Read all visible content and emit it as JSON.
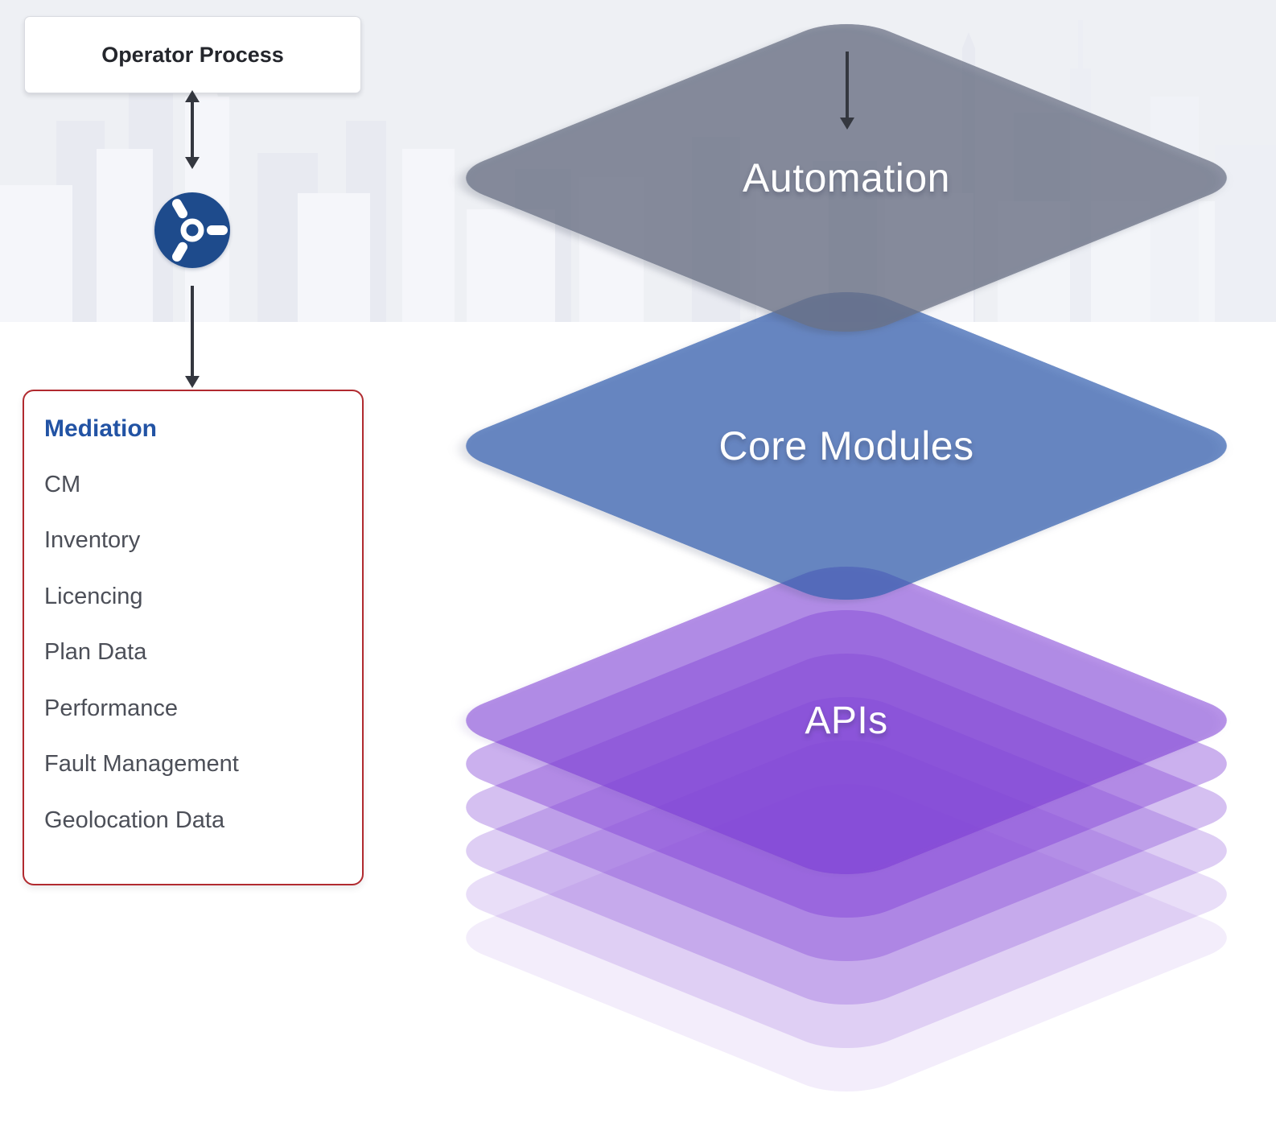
{
  "flow": {
    "operator_box": {
      "label": "Operator Process"
    },
    "hub_icon": "turbine-icon",
    "modules_box": {
      "highlight": "Mediation",
      "items": [
        "CM",
        "Inventory",
        "Licencing",
        "Plan Data",
        "Performance",
        "Fault Management",
        "Geolocation Data"
      ]
    }
  },
  "layers": [
    {
      "id": "automation",
      "label": "Automation",
      "color": "#8f95a8"
    },
    {
      "id": "core-modules",
      "label": "Core Modules",
      "color": "#708ec8"
    },
    {
      "id": "apis",
      "label": "APIs",
      "color": "#b78fe8",
      "sheet_count": 6
    }
  ],
  "palette": {
    "band_background": "#eef0f4",
    "page_background": "#ffffff",
    "gray_layer": "rgba(106,113,134,0.74)",
    "blue_layer": "rgba(56,98,178,0.72)",
    "purple_base": "#7c3ad5",
    "red_border": "#b12a2f",
    "highlight_blue": "#2253a4",
    "hub_blue": "#1e4b8c",
    "arrow_color": "#34373f",
    "list_text": "#4c4f58"
  }
}
